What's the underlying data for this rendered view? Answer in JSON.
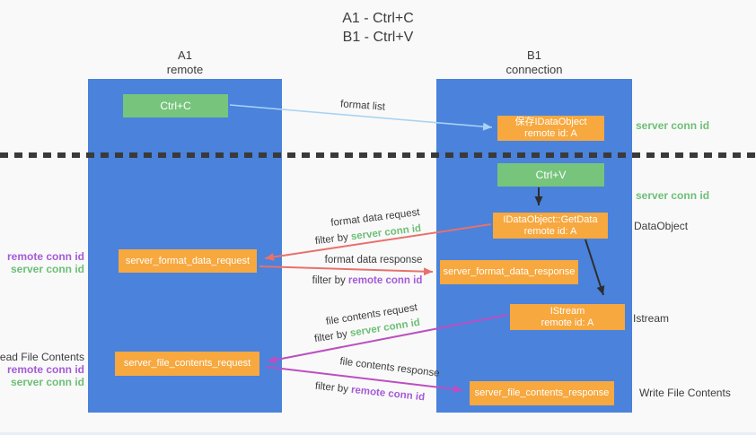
{
  "title": {
    "line1": "A1 - Ctrl+C",
    "line2": "B1 - Ctrl+V"
  },
  "lanes": {
    "left": {
      "name": "A1",
      "role": "remote"
    },
    "right": {
      "name": "B1",
      "role": "connection"
    }
  },
  "boxes": {
    "ctrl_c": {
      "label": "Ctrl+C"
    },
    "save_dataobject": {
      "line1": "保存IDataObject",
      "line2": "remote id: A"
    },
    "ctrl_v": {
      "label": "Ctrl+V"
    },
    "getdata": {
      "line1": "IDataObject::GetData",
      "line2": "remote id: A"
    },
    "format_request": {
      "label": "server_format_data_request"
    },
    "format_response": {
      "label": "server_format_data_response"
    },
    "istream": {
      "line1": "IStream",
      "line2": "remote id: A"
    },
    "file_request": {
      "label": "server_file_contents_request"
    },
    "file_response": {
      "label": "server_file_contents_response"
    }
  },
  "flow_labels": {
    "format_list": "format list",
    "format_data_request": "format data request",
    "format_data_response": "format data response",
    "file_contents_request": "file contents request",
    "file_contents_response": "file contents response",
    "filter_by": "filter by ",
    "server_conn_id": "server conn id",
    "remote_conn_id": "remote conn id"
  },
  "right_labels": {
    "server_conn_id_1": "server conn id",
    "server_conn_id_2": "server conn id",
    "dataobject": "DataObject",
    "istream": "Istream",
    "write_file_contents": "Write File Contents"
  },
  "left_labels": {
    "remote_conn_id_1": "remote conn id",
    "server_conn_id_1": "server conn id",
    "read_file_contents": "Read File Contents",
    "remote_conn_id_2": "remote conn id",
    "server_conn_id_2": "server conn id"
  },
  "colors": {
    "lane_blue": "#4a82dc",
    "box_green": "#77c47c",
    "box_orange": "#f7a83e",
    "arrow_light_blue": "#a9d3f3",
    "arrow_red": "#e8716b",
    "arrow_magenta": "#bb4fc0",
    "arrow_black": "#2e2e2e",
    "text_green": "#6dbf77",
    "text_purple": "#a45bd6"
  }
}
